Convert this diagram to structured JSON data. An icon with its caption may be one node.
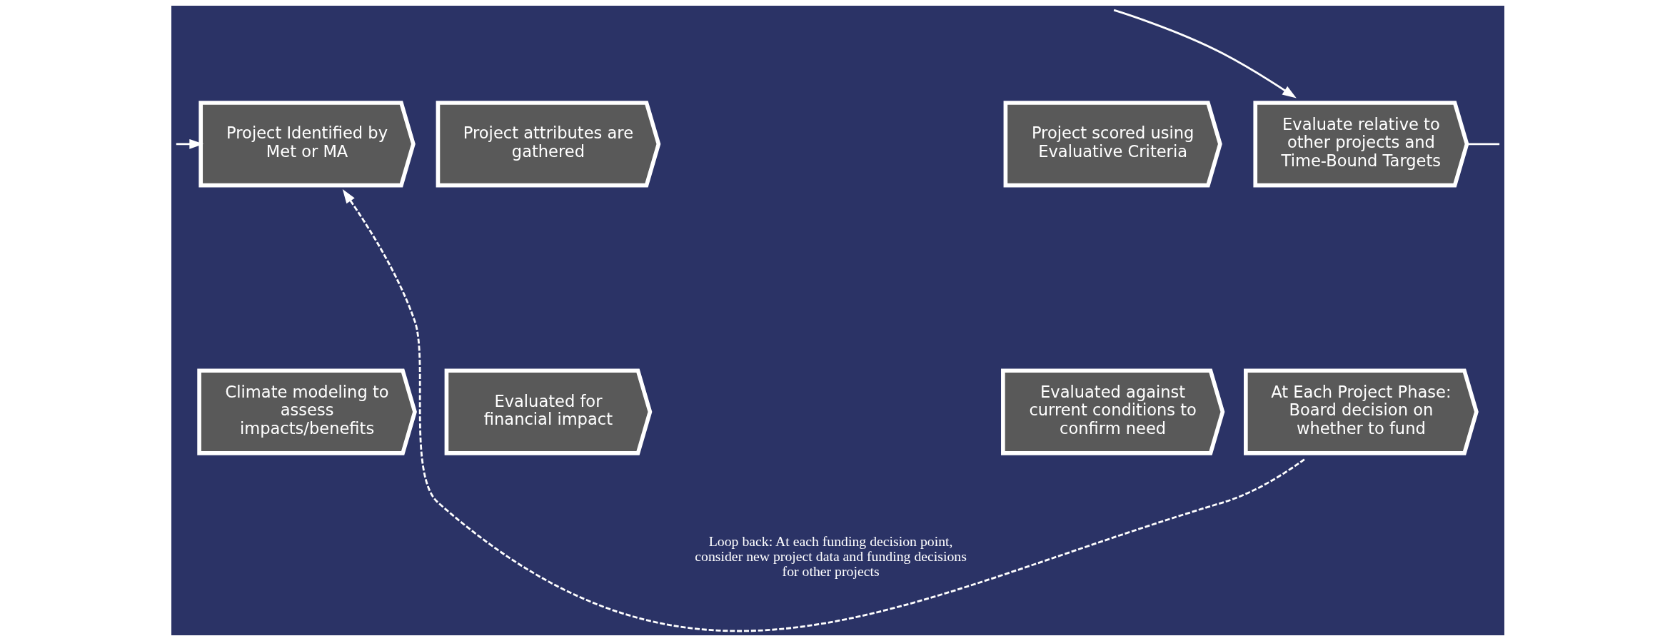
{
  "diagram": {
    "nodes": [
      {
        "text": [
          "Project Identified by Met or MA"
        ]
      },
      {
        "text": [
          "Project attributes are gathered"
        ]
      },
      {
        "text": [
          "Project scored using Evaluative Criteria"
        ]
      },
      {
        "text": [
          "Evaluate relative to other projects and Time-Bound Targets"
        ]
      },
      {
        "text": [
          "Climate modeling to assess impacts/benefits"
        ]
      },
      {
        "text": [
          "Evaluated for financial impact"
        ]
      },
      {
        "text": [
          "Evaluated against current conditions to confirm need"
        ]
      },
      {
        "text": [
          "At Each Project Phase: Board decision on whether to fund"
        ]
      }
    ],
    "edges": [
      {
        "from": null,
        "to": 0,
        "arrow": "to"
      },
      {
        "from": null,
        "to": 3,
        "arrow": "to"
      },
      {
        "from": 3,
        "to": null,
        "arrow": "none"
      },
      {
        "from": 7,
        "to": 0,
        "arrow": "to",
        "style": "dashed",
        "label": "Loop back: At each funding decision point, consider new project data and funding decisions for other projects"
      }
    ]
  }
}
